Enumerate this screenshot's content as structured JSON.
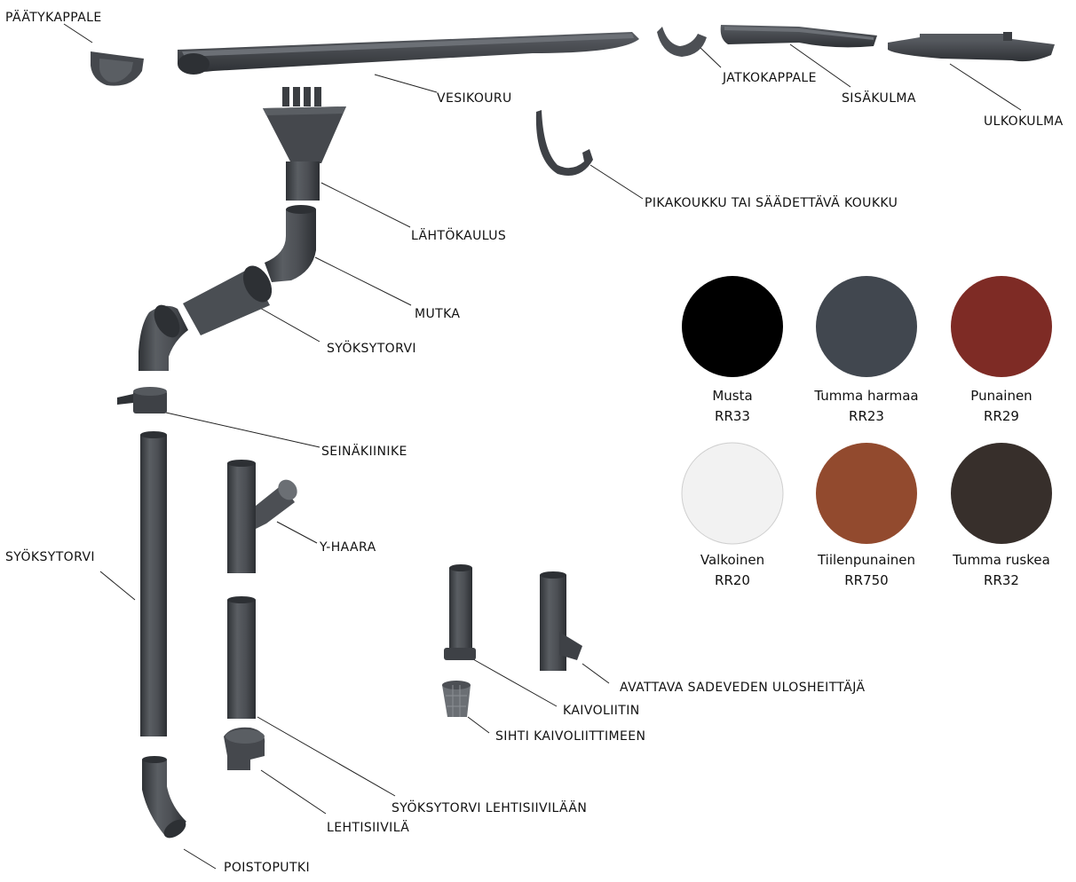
{
  "labels": {
    "paatykappale": "PÄÄTYKAPPALE",
    "vesikouru": "VESIKOURU",
    "jatkokappale": "JATKOKAPPALE",
    "sisakulma": "SISÄKULMA",
    "ulkokulma": "ULKOKULMA",
    "pikakoukku": "PIKAKOUKKU TAI SÄÄDETTÄVÄ KOUKKU",
    "lahtokaulus": "LÄHTÖKAULUS",
    "mutka": "MUTKA",
    "syoksytorvi_upper": "SYÖKSYTORVI",
    "seinakiinike": "SEINÄKIINIKE",
    "y_haara": "Y-HAARA",
    "syoksytorvi_left": "SYÖKSYTORVI",
    "kaivoliitin": "KAIVOLIITIN",
    "avattava": "AVATTAVA SADEVEDEN ULOSHEITTÄJÄ",
    "sihti": "SIHTI KAIVOLIITTIMEEN",
    "syoksytorvi_lehti": "SYÖKSYTORVI LEHTISIIVILÄÄN",
    "lehtisiivila": "LEHTISIIVILÄ",
    "poistoputki": "POISTOPUTKI"
  },
  "colors": [
    {
      "name": "Musta",
      "code": "RR33",
      "hex": "#000000"
    },
    {
      "name": "Tumma harmaa",
      "code": "RR23",
      "hex": "#41474f"
    },
    {
      "name": "Punainen",
      "code": "RR29",
      "hex": "#7e2b25"
    },
    {
      "name": "Valkoinen",
      "code": "RR20",
      "hex": "#f2f2f2"
    },
    {
      "name": "Tiilenpunainen",
      "code": "RR750",
      "hex": "#924a2e"
    },
    {
      "name": "Tumma ruskea",
      "code": "RR32",
      "hex": "#372f2b"
    }
  ],
  "part_color": "#4a4d52"
}
